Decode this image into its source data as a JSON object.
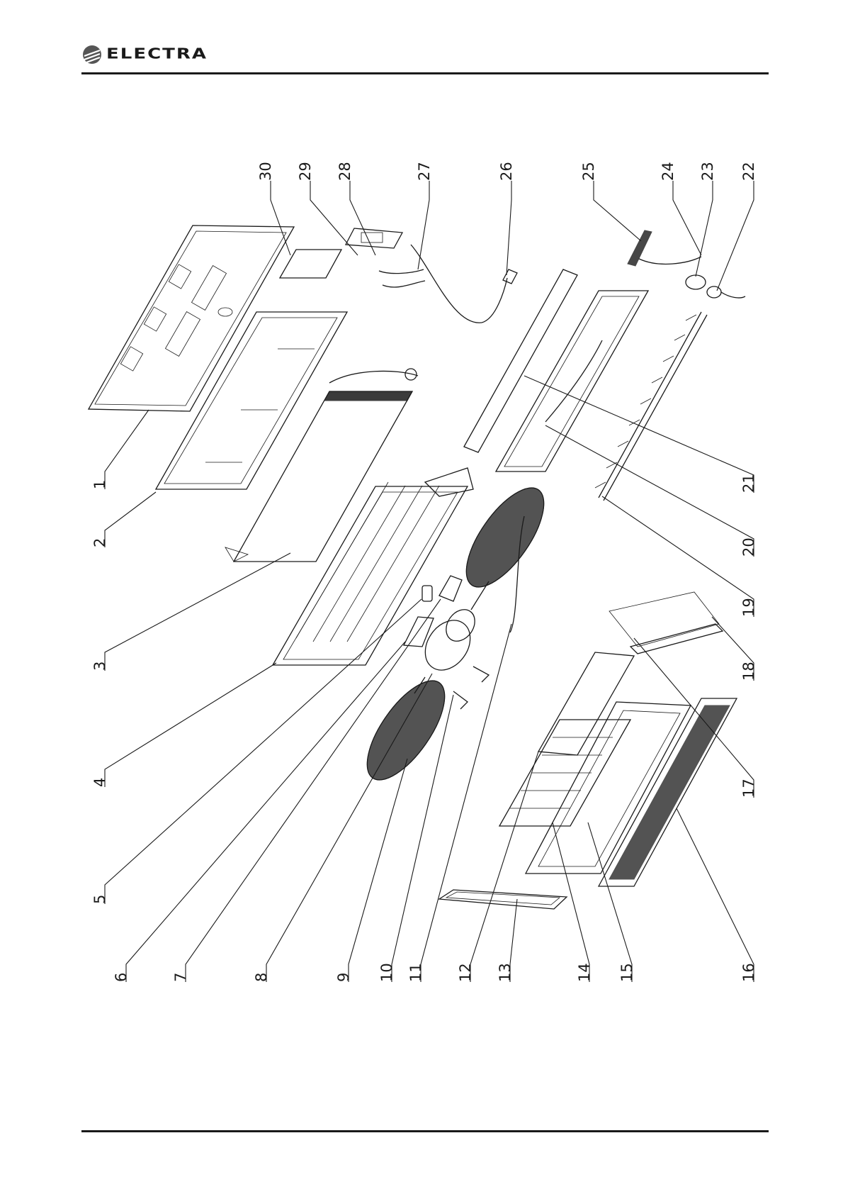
{
  "header": {
    "brand": "ELECTRA",
    "logo_icon": "electra-globe-logo"
  },
  "callouts": [
    "1",
    "2",
    "3",
    "4",
    "5",
    "6",
    "7",
    "8",
    "9",
    "10",
    "11",
    "12",
    "13",
    "14",
    "15",
    "16",
    "17",
    "18",
    "19",
    "20",
    "21",
    "22",
    "23",
    "24",
    "25",
    "26",
    "27",
    "28",
    "29",
    "30"
  ]
}
